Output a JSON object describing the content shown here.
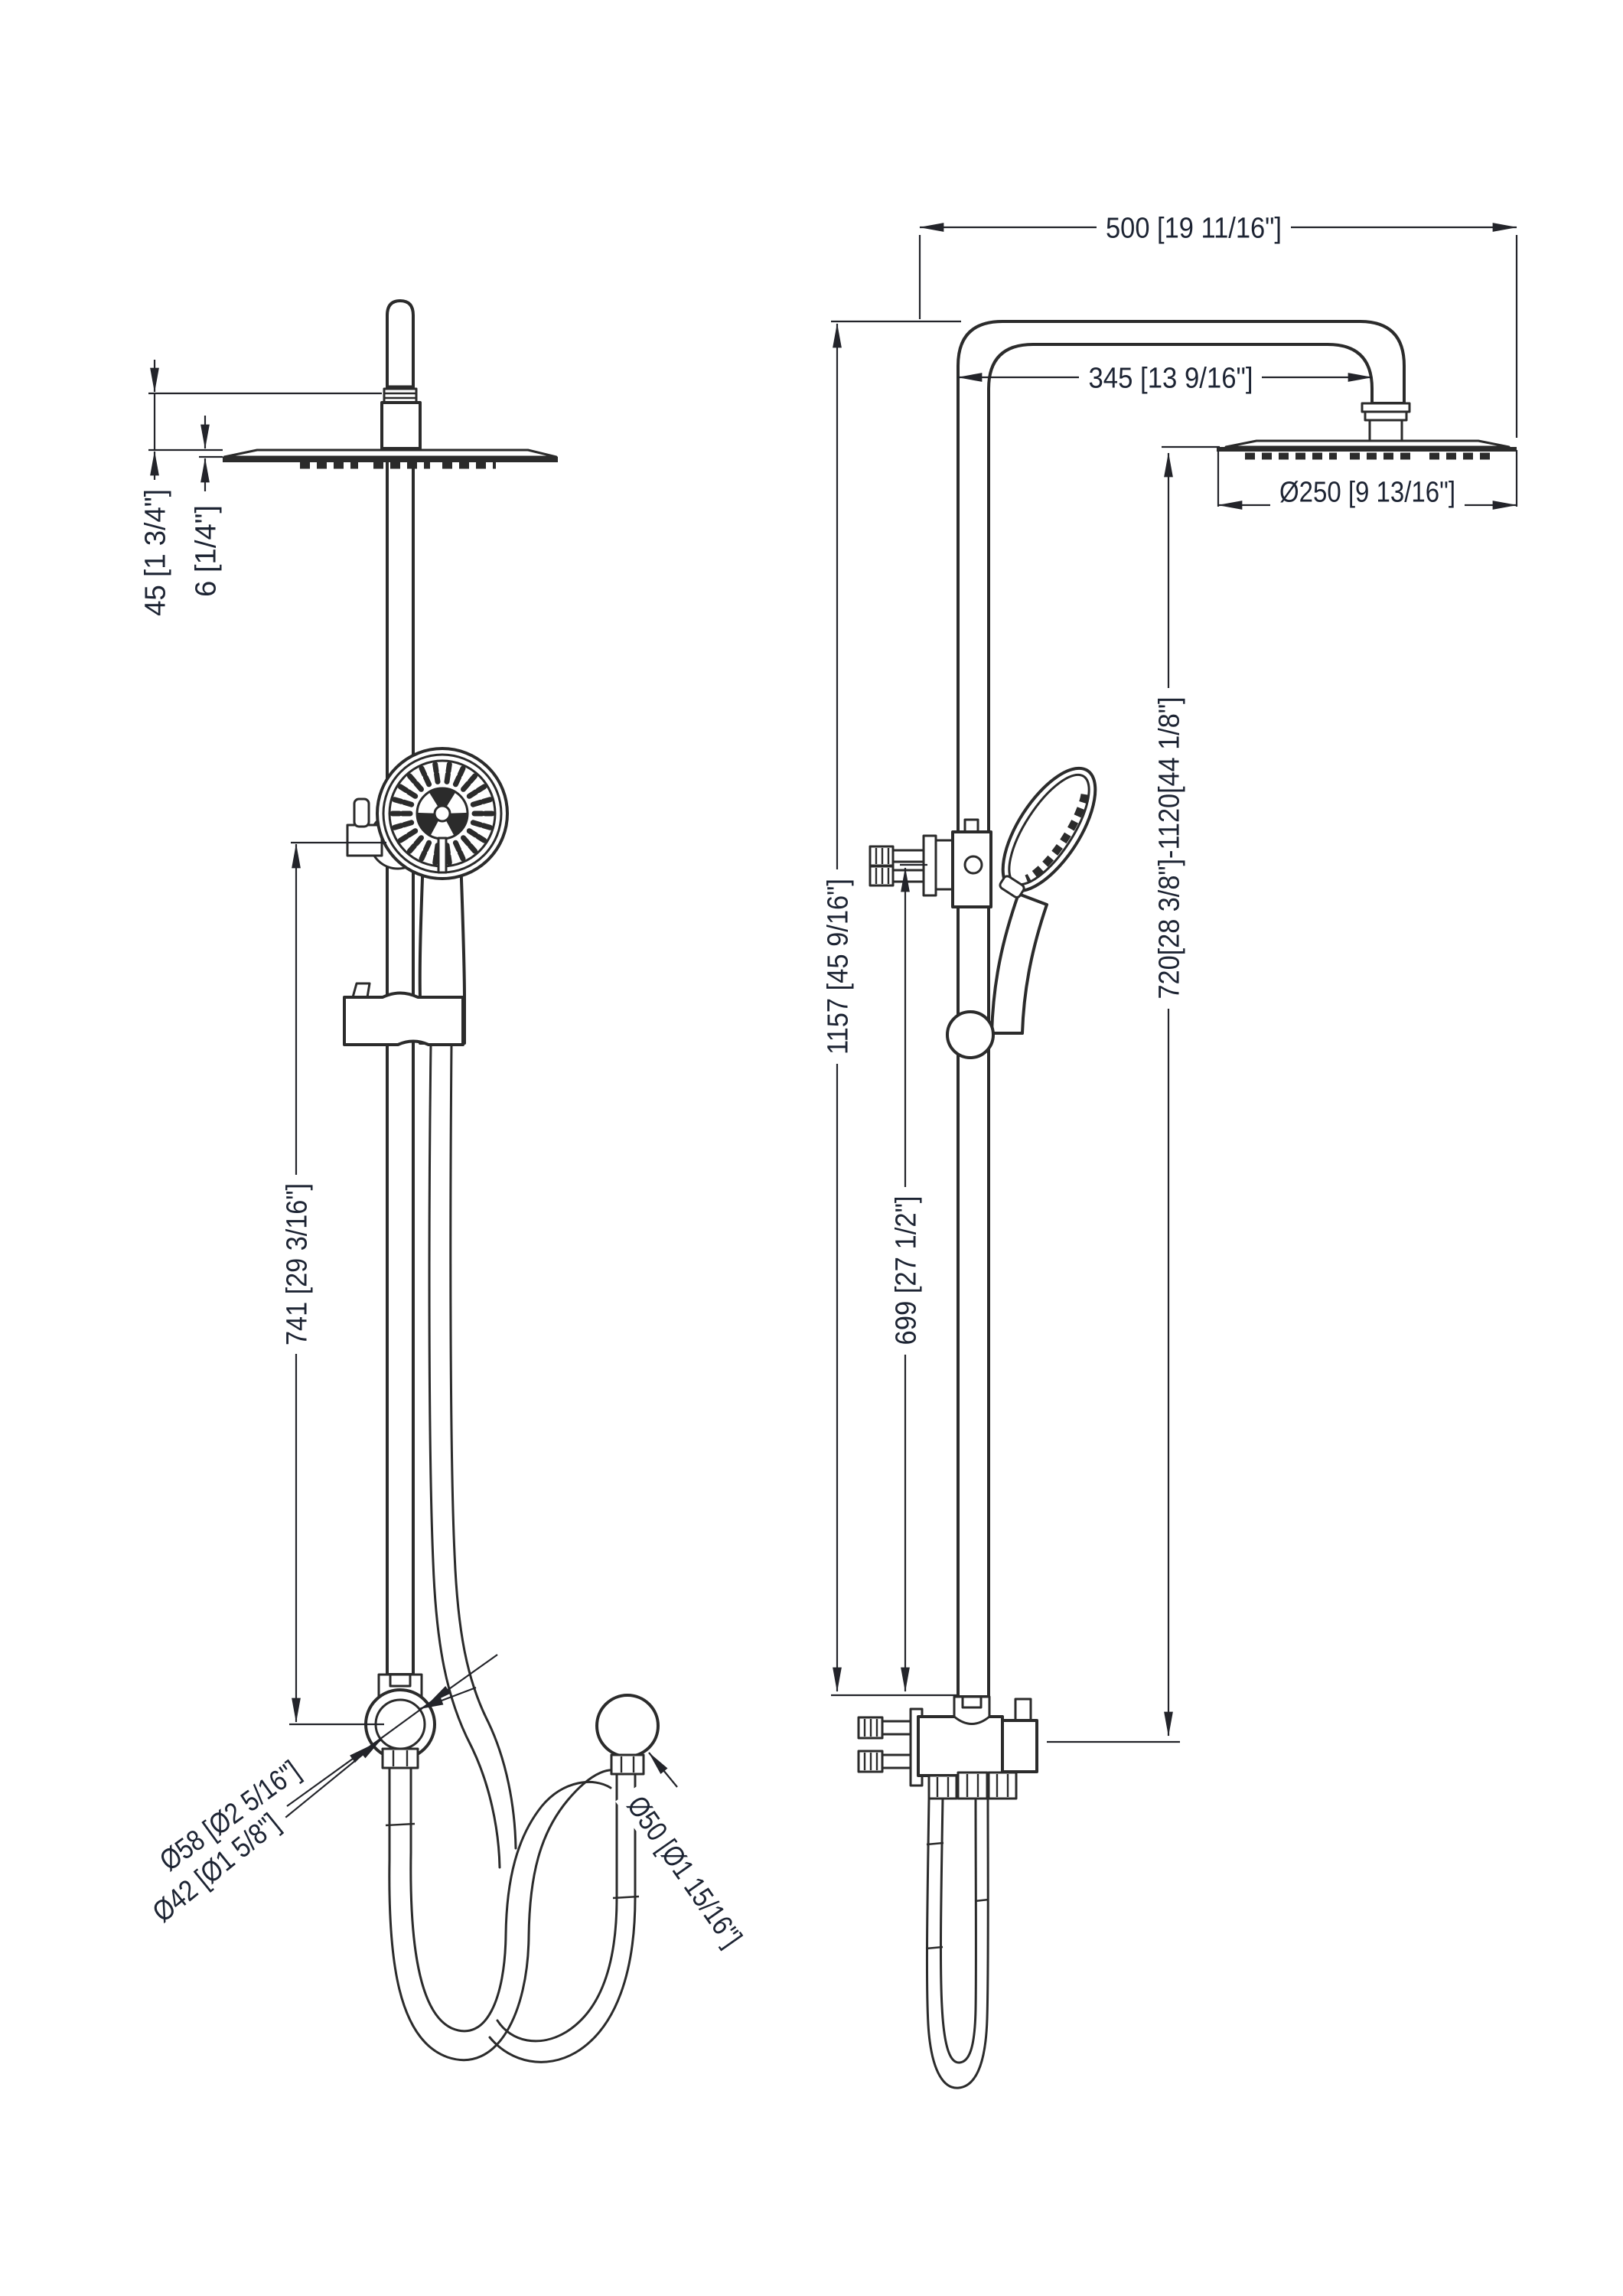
{
  "page": {
    "background": "#ffffff"
  },
  "drawing": {
    "type": "technical-dimension-drawing",
    "subject": "shower-column-system",
    "views": [
      "front-view",
      "side-view"
    ],
    "line_color": "#2b2b2b",
    "dimension_color": "#23242a",
    "text_color": "#1d2433",
    "front_view": {
      "dim_head_height": "45 [1 3/4\"]",
      "dim_head_plate_thickness": "6 [1/4\"]",
      "dim_slide_bar_length": "741 [29 3/16\"]",
      "dim_diverter_outer_diameter": "Ø58 [Ø2 5/16\"]",
      "dim_diverter_inner_diameter": "Ø42 [Ø1 5/8\"]",
      "dim_hose_connector_diameter": "Ø50 [Ø1 15/16\"]"
    },
    "side_view": {
      "dim_overall_width": "500 [19 11/16\"]",
      "dim_arm_projection": "345 [13 9/16\"]",
      "dim_head_diameter": "Ø250 [9 13/16\"]",
      "dim_overall_height": "1157 [45 9/16\"]",
      "dim_bracket_height": "699 [27 1/2\"]",
      "dim_adjustable_range": "720[28 3/8\"]-1120[44 1/8\"]"
    }
  }
}
